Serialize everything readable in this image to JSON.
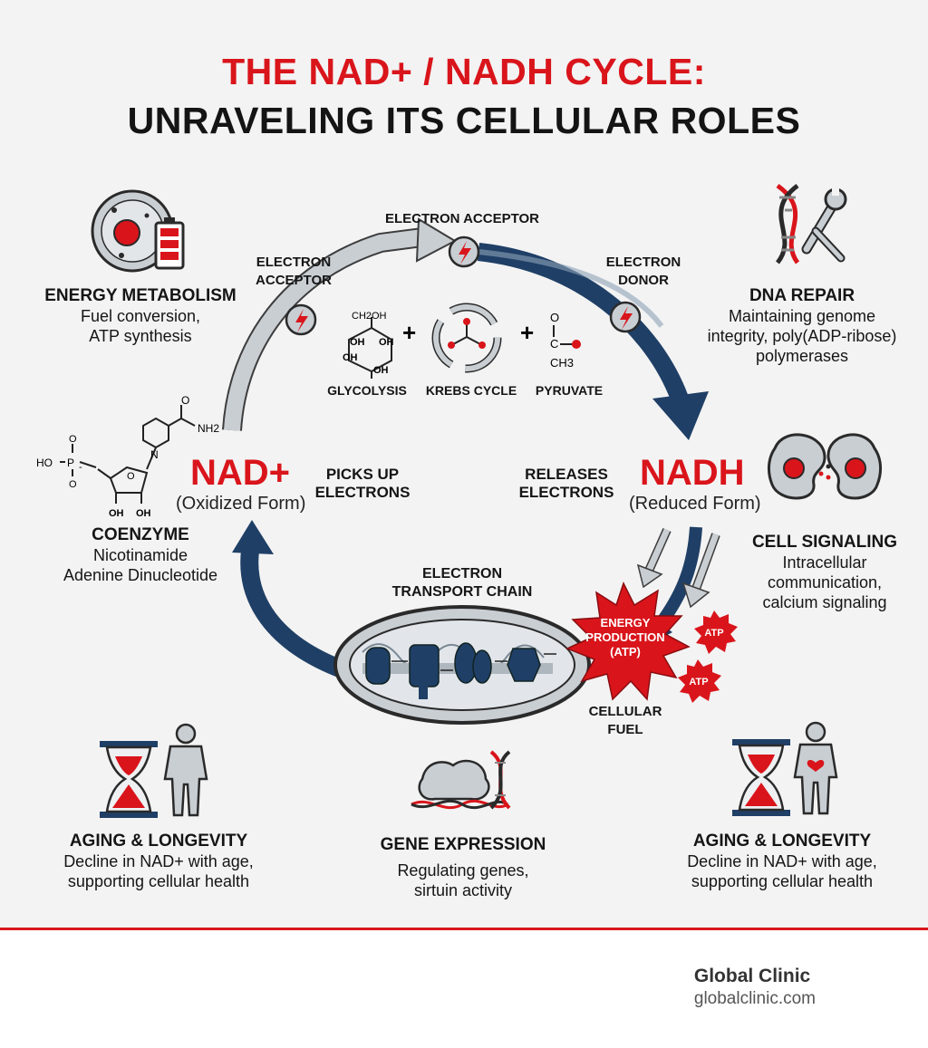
{
  "title": {
    "line1": "THE NAD+ / NADH CYCLE:",
    "line2": "UNRAVELING ITS CELLULAR ROLES"
  },
  "cycle": {
    "electron_acceptor_top": "ELECTRON ACCEPTOR",
    "electron_acceptor_left": "ELECTRON\nACCEPTOR",
    "electron_donor": "ELECTRON\nDONOR",
    "picks_up": "PICKS UP\nELECTRONS",
    "releases": "RELEASES\nELECTRONS",
    "nad_plus": "NAD+",
    "nad_plus_form": "(Oxidized Form)",
    "nadh": "NADH",
    "nadh_form": "(Reduced Form)",
    "substrates": {
      "glycolysis": "GLYCOLYSIS",
      "krebs": "KREBS CYCLE",
      "pyruvate": "PYRUVATE"
    },
    "etc": "ELECTRON\nTRANSPORT CHAIN",
    "energy": "ENERGY\nPRODUCTION\n(ATP)",
    "atp": "ATP",
    "cellular_fuel": "CELLULAR\nFUEL"
  },
  "chem": {
    "glucose_top": "CH2OH",
    "oh": "OH",
    "pyruvate_o": "O",
    "pyruvate_c": "C",
    "pyruvate_ch3": "CH3",
    "nh2": "NH2",
    "n": "N",
    "o": "O",
    "p": "P",
    "ho": "HO",
    "minus": "-",
    "plus": "+"
  },
  "roles": {
    "energy": {
      "title": "ENERGY METABOLISM",
      "desc": "Fuel conversion,\nATP synthesis"
    },
    "dna": {
      "title": "DNA REPAIR",
      "desc": "Maintaining genome\nintegrity, poly(ADP-ribose)\npolymerases"
    },
    "coenzyme": {
      "title": "COENZYME",
      "desc": "Nicotinamide\nAdenine Dinucleotide"
    },
    "signaling": {
      "title": "CELL SIGNALING",
      "desc": "Intracellular\ncommunication,\ncalcium signaling"
    },
    "aging_left": {
      "title": "AGING & LONGEVITY",
      "desc": "Decline in NAD+ with age,\nsupporting cellular health"
    },
    "gene": {
      "title": "GENE EXPRESSION",
      "desc": "Regulating genes,\nsirtuin activity"
    },
    "aging_right": {
      "title": "AGING & LONGEVITY",
      "desc": "Decline in NAD+ with age,\nsupporting cellular health"
    }
  },
  "footer": {
    "brand": "Global Clinic",
    "url": "globalclinic.com"
  },
  "colors": {
    "red": "#d9151b",
    "navy": "#1f3f66",
    "gray": "#c9ced3",
    "dark": "#151515"
  }
}
